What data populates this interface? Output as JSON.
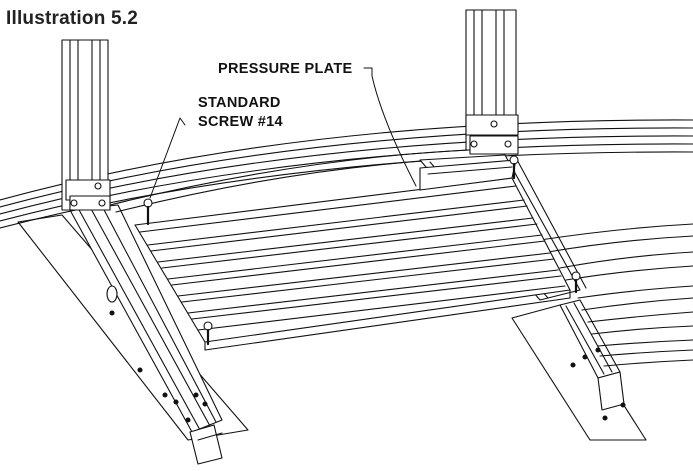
{
  "figure": {
    "caption": "Illustration 5.2"
  },
  "callouts": {
    "pressure_plate": "PRESSURE PLATE",
    "screw_line1": "STANDARD",
    "screw_line2": "SCREW #14"
  }
}
